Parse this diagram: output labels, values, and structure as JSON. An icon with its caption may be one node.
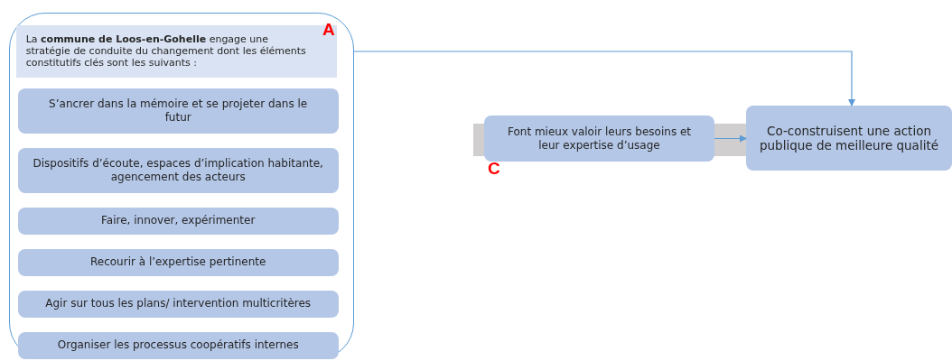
{
  "diagram": {
    "nodes": [
      {
        "text": [],
        "shape": "box"
      },
      {
        "text": [
          "La **commune de Loos-en-Gohelle** engage une stratégie de conduite du changement dont les éléments constitutifs clés sont les suivants :"
        ],
        "in": 0
      },
      {
        "text": [
          "S’ancrer dans la mémoire et se projeter dans le futur"
        ],
        "in": 0
      },
      {
        "text": [
          "Dispositifs d’écoute, espaces d’implication habitante, agencement des acteurs"
        ],
        "in": 0
      },
      {
        "text": [
          "Faire, innover, expérimenter"
        ],
        "in": 0
      },
      {
        "text": [
          "Recourir à l’expertise pertinente"
        ],
        "in": 0
      },
      {
        "text": [
          "Agir sur tous les plans/ intervention multicritères"
        ],
        "in": 0
      },
      {
        "text": [
          "Organiser les processus coopératifs internes"
        ],
        "in": 0
      },
      {
        "text": [
          "Font mieux valoir leurs besoins et leur expertise d’usage"
        ]
      },
      {
        "text": [
          "Co-construisent une action publique de meilleure qualité"
        ]
      }
    ],
    "edges": [
      {
        "from": 0,
        "to": 9,
        "arrow": "to"
      },
      {
        "from": 8,
        "to": 9,
        "arrow": "to"
      }
    ],
    "labels": [
      "A",
      "C"
    ]
  }
}
